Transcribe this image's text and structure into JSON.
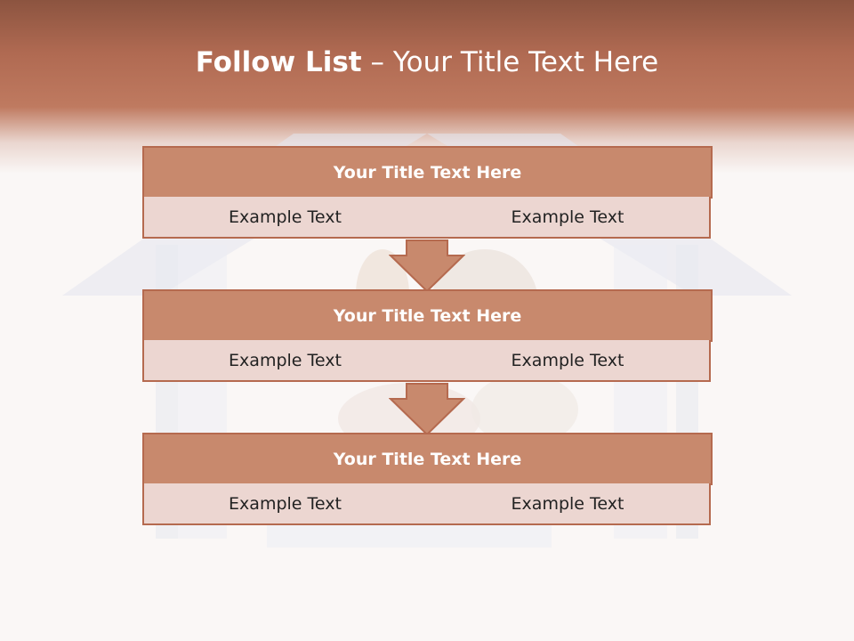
{
  "slide": {
    "title_bold": "Follow List",
    "title_rest": " – Your Title Text Here"
  },
  "blocks": [
    {
      "title": "Your Title Text Here",
      "left": "Example Text",
      "right": "Example Text"
    },
    {
      "title": "Your Title Text Here",
      "left": "Example Text",
      "right": "Example Text"
    },
    {
      "title": "Your Title Text Here",
      "left": "Example Text",
      "right": "Example Text"
    }
  ],
  "colors": {
    "header_band": "#b06a52",
    "block_title_fill": "#c8896d",
    "block_cell_fill": "#ecd6d1",
    "border": "#b56a4f"
  }
}
